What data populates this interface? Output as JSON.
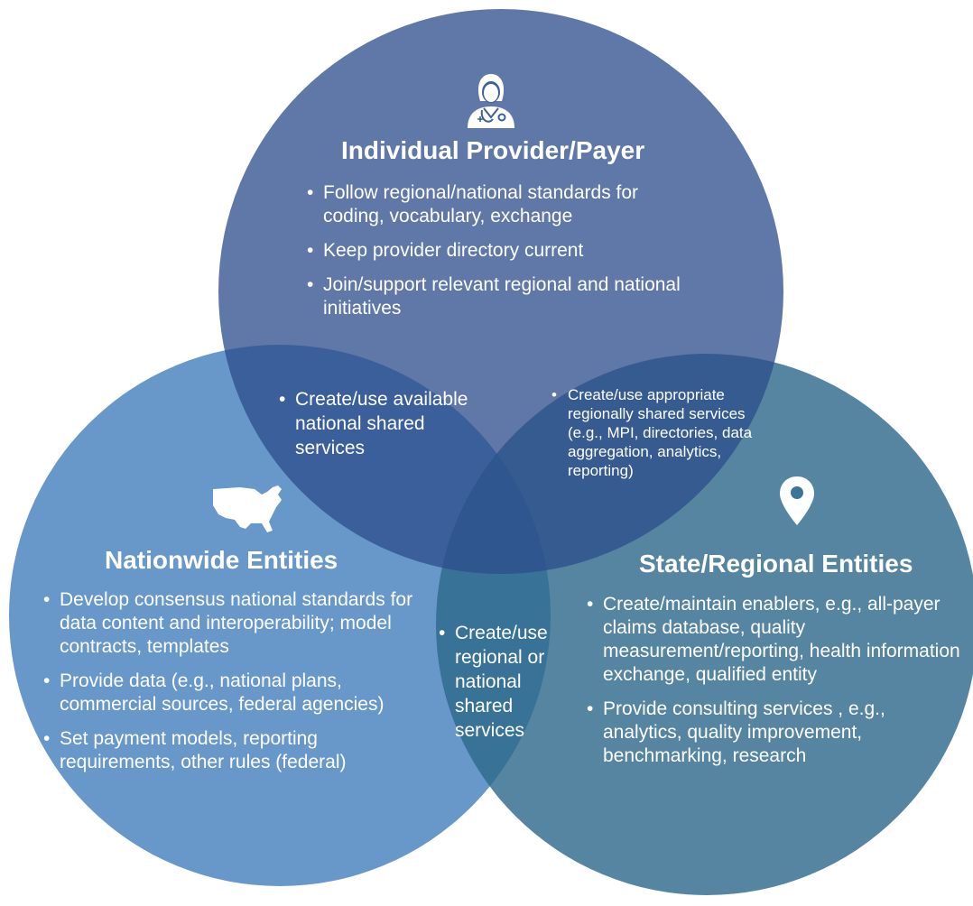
{
  "colors": {
    "provider_circle": "#3a5b95",
    "national_circle": "#4c86c0",
    "state_circle": "#2f6a8c",
    "text": "#ffffff"
  },
  "provider": {
    "icon": "doctor-stethoscope-icon",
    "title": "Individual Provider/Payer",
    "bullets": [
      "Follow regional/national standards for coding, vocabulary, exchange",
      "Keep provider directory current",
      "Join/support relevant regional and national initiatives"
    ]
  },
  "national": {
    "icon": "usa-map-icon",
    "title": "Nationwide Entities",
    "bullets": [
      "Develop consensus national standards for data content and interoperability; model contracts, templates",
      "Provide data (e.g., national plans, commercial sources, federal agencies)",
      "Set payment models, reporting requirements, other rules (federal)"
    ]
  },
  "state": {
    "icon": "map-pin-icon",
    "title": "State/Regional Entities",
    "bullets": [
      "Create/maintain enablers, e.g., all-payer claims database, quality measurement/reporting, health information exchange, qualified entity",
      "Provide consulting services , e.g., analytics, quality improvement, benchmarking, research"
    ]
  },
  "overlaps": {
    "provider_national": "Create/use available national shared services",
    "provider_state": "Create/use appropriate regionally shared services (e.g., MPI, directories, data aggregation, analytics, reporting)",
    "national_state": "Create/use regional or national shared services"
  }
}
